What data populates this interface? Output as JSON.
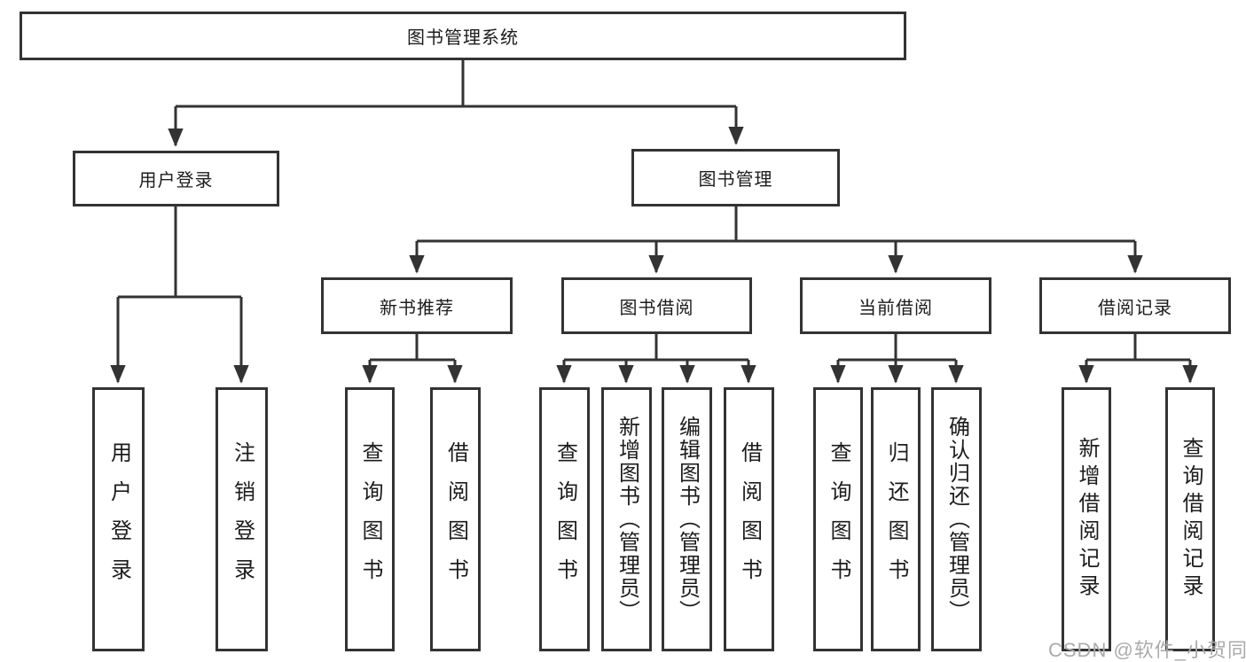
{
  "colors": {
    "line": "#333333",
    "box_border": "#333333",
    "text": "#1c1c1c",
    "watermark": "#ababab",
    "background": "#ffffff"
  },
  "tree": {
    "root": {
      "label": "图书管理系统"
    },
    "l2": [
      {
        "label": "用户登录",
        "children": [
          {
            "label": "用户登录"
          },
          {
            "label": "注销登录"
          }
        ]
      },
      {
        "label": "图书管理",
        "children": [
          {
            "label": "新书推荐",
            "children": [
              {
                "label": "查询图书"
              },
              {
                "label": "借阅图书"
              }
            ]
          },
          {
            "label": "图书借阅",
            "children": [
              {
                "label": "查询图书"
              },
              {
                "label": "新增图书（管理员）"
              },
              {
                "label": "编辑图书（管理员）"
              },
              {
                "label": "借阅图书"
              }
            ]
          },
          {
            "label": "当前借阅",
            "children": [
              {
                "label": "查询图书"
              },
              {
                "label": "归还图书"
              },
              {
                "label": "确认归还（管理员）"
              }
            ]
          },
          {
            "label": "借阅记录",
            "children": [
              {
                "label": "新增借阅记录"
              },
              {
                "label": "查询借阅记录"
              }
            ]
          }
        ]
      }
    ]
  },
  "watermark": {
    "text": "CSDN @软件_小贺同学"
  }
}
